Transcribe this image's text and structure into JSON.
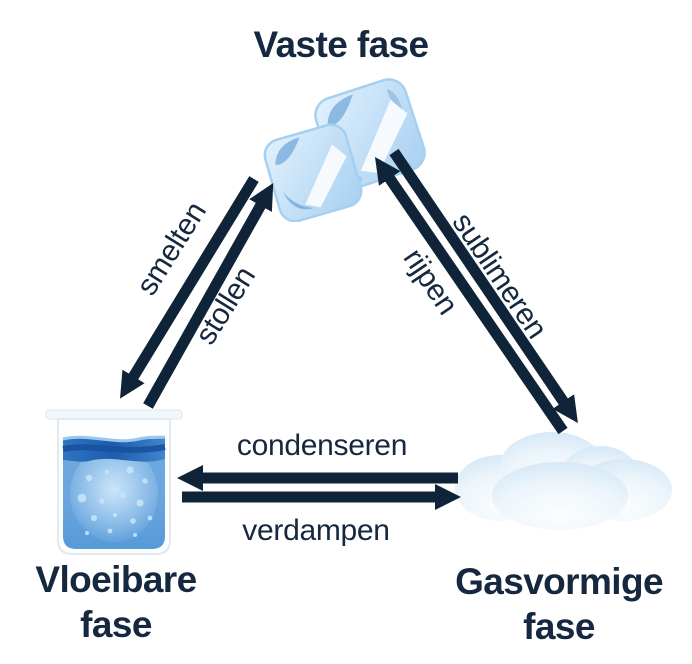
{
  "nodes": {
    "solid": {
      "label": "Vaste fase"
    },
    "liquid": {
      "label": "Vloeibare fase"
    },
    "gas": {
      "label": "Gasvormige fase"
    }
  },
  "transitions": {
    "melting": {
      "label": "smelten",
      "from": "solid",
      "to": "liquid"
    },
    "freezing": {
      "label": "stollen",
      "from": "liquid",
      "to": "solid"
    },
    "deposition": {
      "label": "rijpen",
      "from": "gas",
      "to": "solid"
    },
    "sublimation": {
      "label": "sublimeren",
      "from": "solid",
      "to": "gas"
    },
    "condensation": {
      "label": "condenseren",
      "from": "gas",
      "to": "liquid"
    },
    "evaporation": {
      "label": "verdampen",
      "from": "liquid",
      "to": "gas"
    }
  },
  "icons": {
    "solid": "ice-cubes-icon",
    "liquid": "beaker-icon",
    "gas": "cloud-icon"
  },
  "colors": {
    "arrow": "#0f2439",
    "text": "#15283f",
    "ice": "#bcdcf5",
    "water": "#4f92d2",
    "water_band": "#1d5cae",
    "cloud": "#e3f0f9",
    "background": "#ffffff"
  }
}
